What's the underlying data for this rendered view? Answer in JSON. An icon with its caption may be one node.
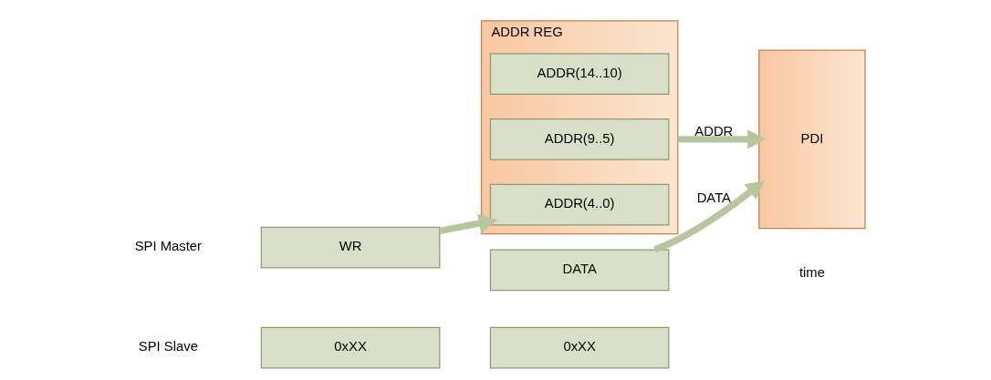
{
  "diagram": {
    "nodes": [
      {
        "text": [
          "WR"
        ]
      },
      {
        "text": [
          "DATA"
        ]
      },
      {
        "text": [
          "0xXX"
        ]
      },
      {
        "text": [
          "0xXX"
        ]
      },
      {
        "text": [
          "PDI"
        ]
      },
      {
        "text": [
          "ADDR REG"
        ]
      },
      {
        "text": [
          "ADDR(14..10)"
        ],
        "in": 5
      },
      {
        "text": [
          "ADDR(9..5)"
        ],
        "in": 5
      },
      {
        "text": [
          "ADDR(4..0)"
        ],
        "in": 5
      }
    ],
    "edges": [
      {
        "from": 0,
        "to": 8,
        "arrow": "to"
      },
      {
        "from": 1,
        "to": 4,
        "arrow": "to",
        "label": "DATA"
      },
      {
        "from": 5,
        "to": 4,
        "arrow": "to",
        "label": "ADDR"
      }
    ],
    "labels": [
      "SPI Master",
      "SPI Slave",
      "time"
    ]
  }
}
